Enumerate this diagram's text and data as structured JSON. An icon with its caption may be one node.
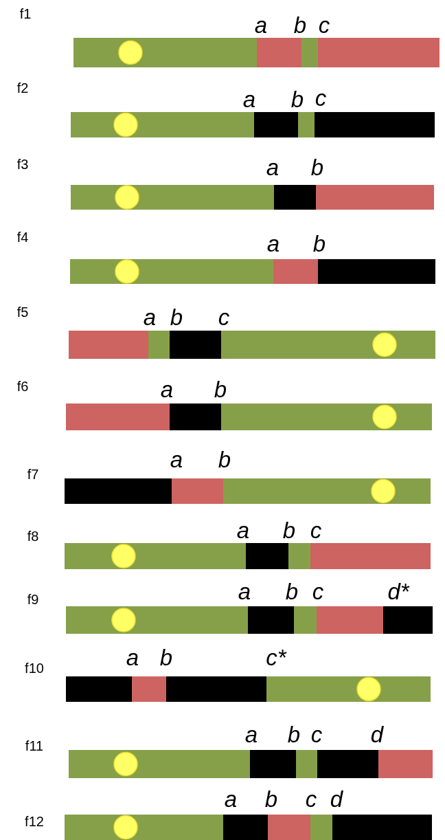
{
  "diagram": {
    "labels": [
      "f1",
      "a",
      "b",
      "c",
      "f2",
      "a",
      "b",
      "c",
      "f3",
      "a",
      "b",
      "f4",
      "a",
      "b",
      "f5",
      "a",
      "b",
      "c",
      "f6",
      "a",
      "b",
      "f7",
      "a",
      "b",
      "f8",
      "a",
      "b",
      "c",
      "f9",
      "a",
      "b",
      "c",
      "d*",
      "f10",
      "a",
      "b",
      "c*",
      "f11",
      "a",
      "b",
      "c",
      "d",
      "f12",
      "a",
      "b",
      "c",
      "d"
    ]
  }
}
